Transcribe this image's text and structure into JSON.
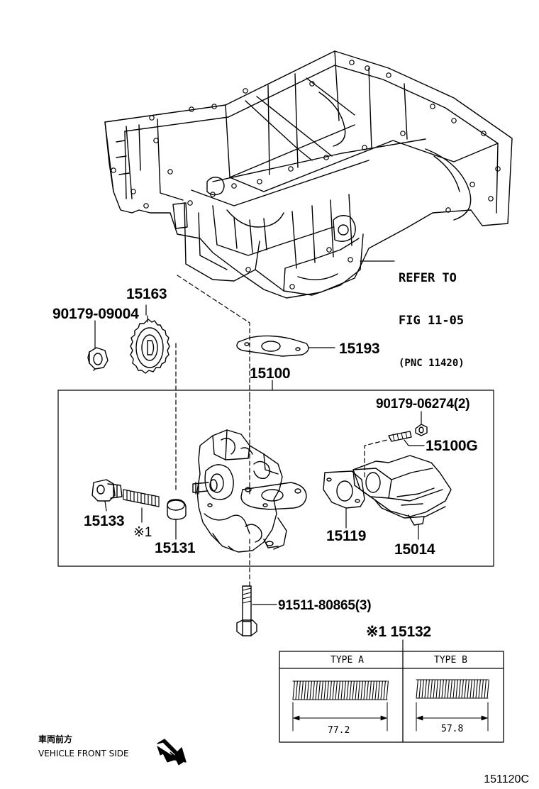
{
  "labels": {
    "p15163": "15163",
    "p90179_09004": "90179-09004",
    "p15193": "15193",
    "p15100": "15100",
    "p90179_06274": "90179-06274(2)",
    "p15100G": "15100G",
    "p15133": "15133",
    "mark1": "※1",
    "p15131": "15131",
    "p15119": "15119",
    "p15014": "15014",
    "p91511_80865": "91511-80865(3)",
    "p15132": "※1 15132"
  },
  "refer": {
    "line1": "REFER TO",
    "line2": "FIG 11-05",
    "line3": "(PNC 11420)"
  },
  "spring_table": {
    "type_a_label": "TYPE A",
    "type_b_label": "TYPE B",
    "type_a_length": "77.2",
    "type_b_length": "57.8"
  },
  "front_note": {
    "japanese": "車両前方",
    "english": "VEHICLE FRONT SIDE"
  },
  "diagram_code": "151120C"
}
